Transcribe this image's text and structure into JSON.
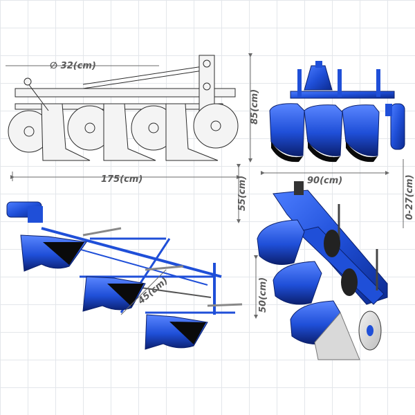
{
  "colors": {
    "frame_blue": "#1f4fd8",
    "frame_dark": "#0d2a8a",
    "share_shadow": "#0a0a0a",
    "dimension": "#5a5a5a",
    "sketch": "#2b2b2b",
    "grid": "#e3e6ea"
  },
  "views": [
    {
      "id": "side-view",
      "label": ""
    },
    {
      "id": "front-view",
      "label": ""
    },
    {
      "id": "top-view",
      "label": ""
    },
    {
      "id": "perspective-view",
      "label": ""
    }
  ],
  "dimensions": {
    "disc_diameter": "∅ 32(cm)",
    "overall_length": "175(cm)",
    "frame_height": "85(cm)",
    "overall_width": "90(cm)",
    "depth_range": "0-27(cm)",
    "clearance": "55(cm)",
    "bottom_spacing": "45(cm)",
    "height": "50(cm)"
  },
  "icons": {
    "disc": "disc-coulter-icon",
    "share": "plough-share-icon",
    "wheel": "gauge-wheel-icon"
  }
}
